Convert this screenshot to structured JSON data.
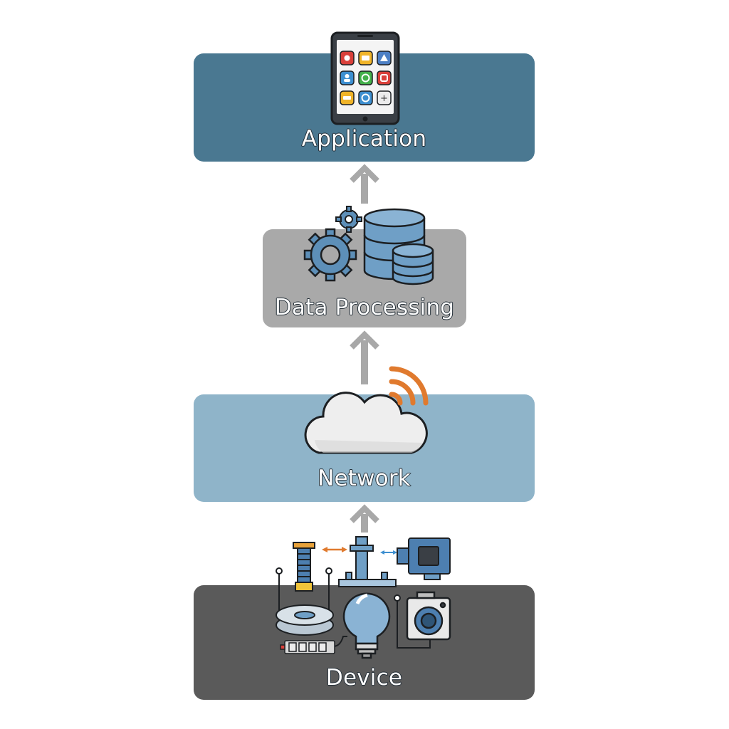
{
  "layers": {
    "application": {
      "label": "Application",
      "color": "#4a7891",
      "icon": "tablet-apps-icon"
    },
    "processing": {
      "label": "Data Processing",
      "color": "#a9a9a9",
      "icon": "gears-database-icon"
    },
    "network": {
      "label": "Network",
      "color": "#8fb4c9",
      "icon": "cloud-wifi-icon"
    },
    "device": {
      "label": "Device",
      "color": "#5a5a5a",
      "icon": "iot-devices-icon"
    }
  },
  "arrow_color": "#a8a8a8",
  "accent_colors": {
    "wifi": "#e07a2e",
    "icon_blue": "#5d8fb8"
  }
}
